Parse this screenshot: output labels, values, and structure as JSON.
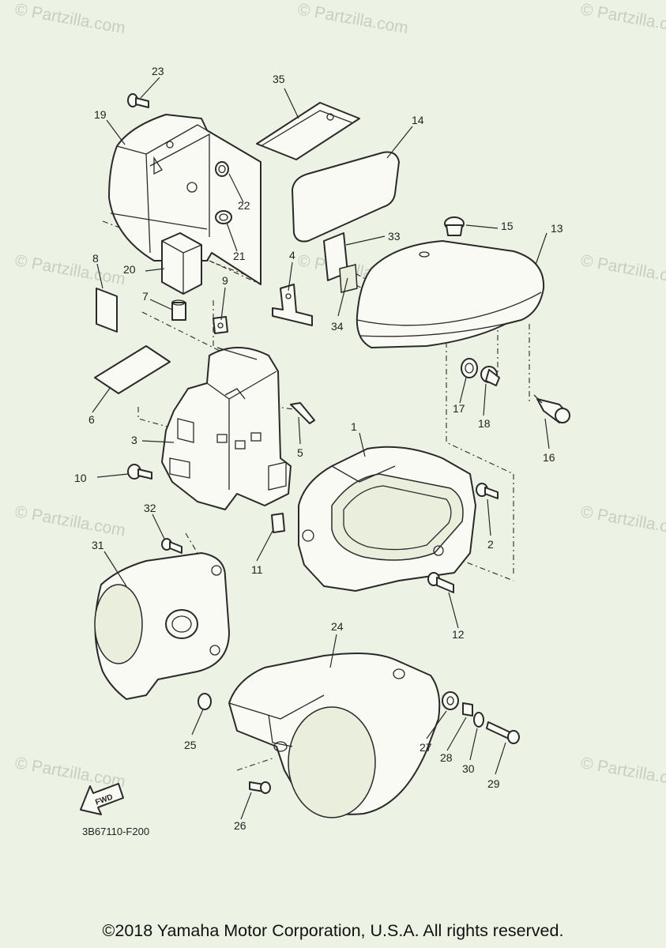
{
  "watermark": "© Partzilla.com",
  "part_code": "3B67110-F200",
  "fwd_label": "FWD",
  "copyright": "©2018 Yamaha Motor Corporation, U.S.A. All rights reserved.",
  "callouts": [
    "1",
    "2",
    "3",
    "4",
    "5",
    "6",
    "7",
    "8",
    "9",
    "10",
    "11",
    "12",
    "13",
    "14",
    "15",
    "16",
    "17",
    "18",
    "19",
    "20",
    "21",
    "22",
    "23",
    "24",
    "25",
    "26",
    "27",
    "28",
    "29",
    "30",
    "31",
    "32",
    "33",
    "34",
    "35"
  ]
}
